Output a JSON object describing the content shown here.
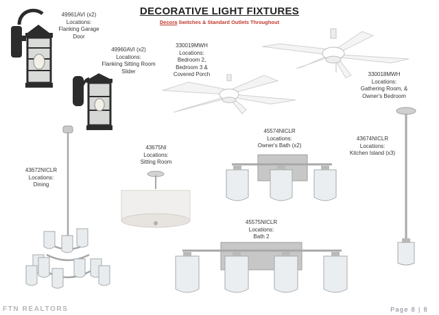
{
  "header": {
    "title": "DECORATIVE LIGHT FIXTURES",
    "subtitle_brand": "Decora",
    "subtitle_rest": " Switches & Standard Outlets Throughout"
  },
  "fixtures": [
    {
      "model": "49961AVI (x2)",
      "loc_label": "Locations:",
      "locations": [
        "Flanking Garage",
        "Door"
      ]
    },
    {
      "model": "49960AVI (x2)",
      "loc_label": "Locations:",
      "locations": [
        "Flanking Sitting Room",
        "Slider"
      ]
    },
    {
      "model": "330019MWH",
      "loc_label": "Locations:",
      "locations": [
        "Bedroom 2,",
        "Bedroom 3 &",
        "Covered Porch"
      ]
    },
    {
      "model": "330018MWH",
      "loc_label": "Locations:",
      "locations": [
        "Gathering Room, &",
        "Owner's Bedroom"
      ]
    },
    {
      "model": "43672NICLR",
      "loc_label": "Locations:",
      "locations": [
        "Dining"
      ]
    },
    {
      "model": "43675NI",
      "loc_label": "Locations:",
      "locations": [
        "Sitting Room"
      ]
    },
    {
      "model": "45574NICLR",
      "loc_label": "Locations:",
      "locations": [
        "Owner's Bath (x2)"
      ]
    },
    {
      "model": "43674NICLR",
      "loc_label": "Locations:",
      "locations": [
        "Kitchen Island (x3)"
      ]
    },
    {
      "model": "45575NICLR",
      "loc_label": "Locations:",
      "locations": [
        "Bath 2"
      ]
    }
  ],
  "footer": {
    "brand": "FTN REALTORS",
    "page_label": "Page 8 | 8"
  },
  "colors": {
    "subtitle": "#c0392b",
    "footer_brand": "#b5b5b5",
    "fixture_dark": "#2c2c2c",
    "nickel": "#b9b9b9"
  }
}
